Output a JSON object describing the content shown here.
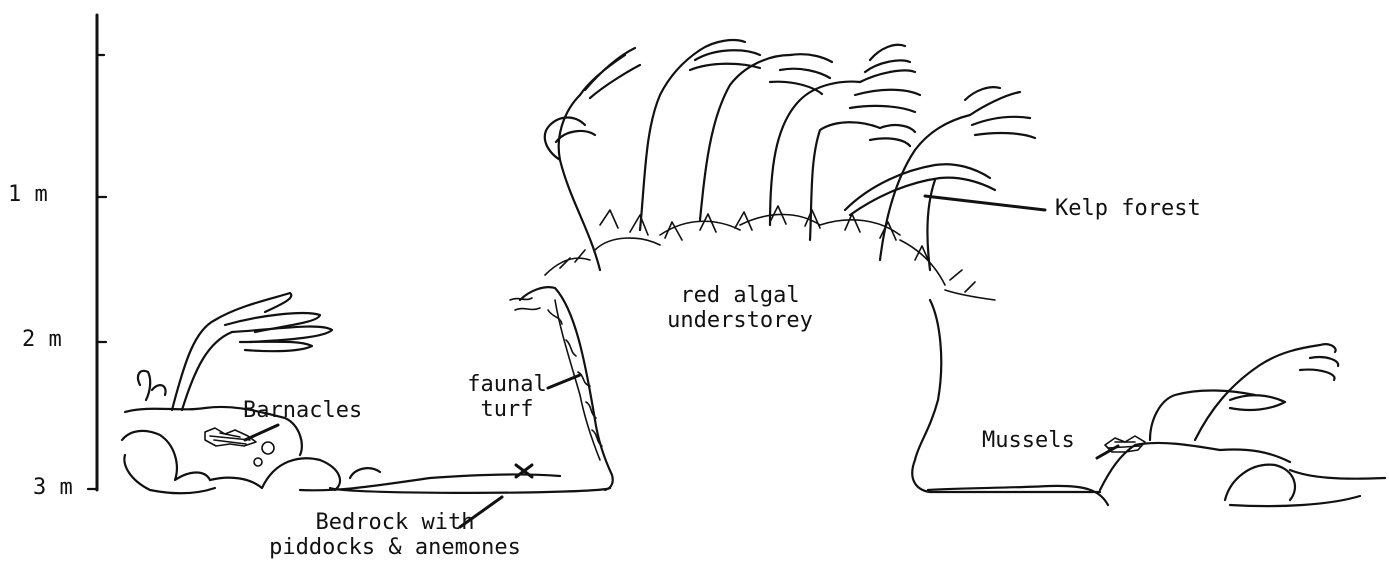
{
  "scale": {
    "ticks": [
      "1 m",
      "2 m",
      "3 m"
    ]
  },
  "labels": {
    "kelp_forest": "Kelp forest",
    "red_algal_line1": "red algal",
    "red_algal_line2": "understorey",
    "faunal_line1": "faunal",
    "faunal_line2": "turf",
    "barnacles": "Barnacles",
    "mussels": "Mussels",
    "bedrock_line1": "Bedrock with",
    "bedrock_line2": "piddocks & anemones"
  },
  "colors": {
    "ink": "#111111",
    "paper": "#ffffff"
  }
}
